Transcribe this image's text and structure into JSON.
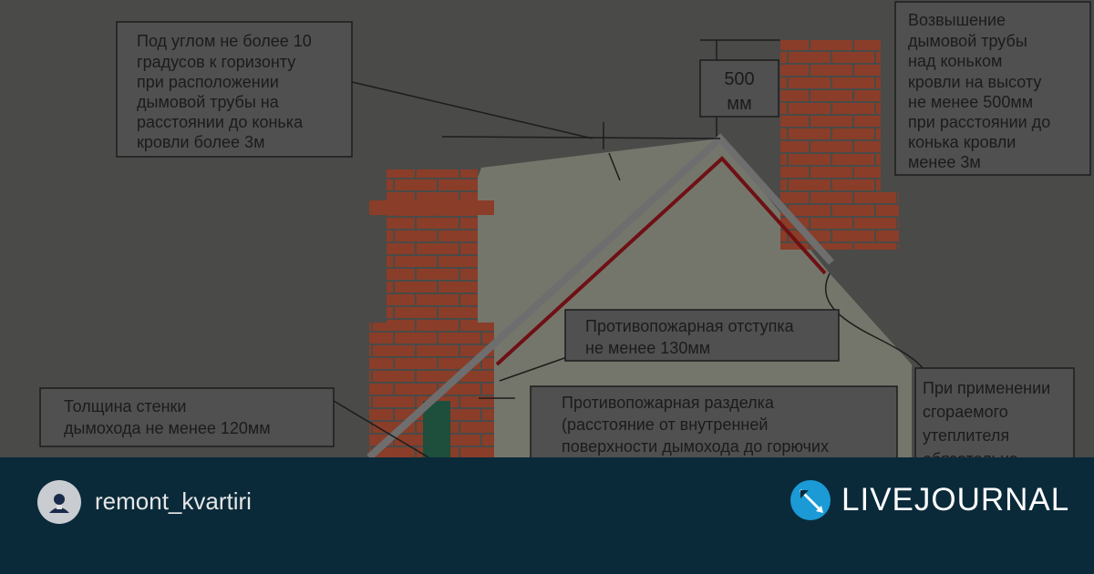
{
  "diagram": {
    "labels": {
      "angle": [
        "Под углом не более 10",
        "градусов к горизонту",
        "при расположении",
        "дымовой трубы на",
        "расстоянии до конька",
        "кровли более 3м"
      ],
      "height_value": "500",
      "height_unit": "мм",
      "elevation": [
        "Возвышение",
        "дымовой трубы",
        "над коньком",
        "кровли на высоту",
        "не менее 500мм",
        "при расстоянии до",
        "конька кровли",
        "менее 3м"
      ],
      "offset": [
        "Противопожарная отступка",
        "не менее 130мм"
      ],
      "wall": [
        "Толщина стенки",
        "дымохода не менее 120мм"
      ],
      "cut": [
        "Противопожарная разделка",
        "(расстояние от внутренней",
        "поверхности дымохода до горючих"
      ],
      "insulation": [
        "При применении",
        "сгораемого",
        "утеплителя",
        "обязательна"
      ]
    },
    "colors": {
      "background": "#4a4a48",
      "gable": "#75766b",
      "brick": "#8a3d28",
      "mortar": "#4a4a48",
      "box": "#505050",
      "box_border": "#1c1c1c",
      "text": "#1b1b1b",
      "roof_metal": "#6e6e6e",
      "roof_membrane": "#6e1014",
      "insulation": "#1e4e3c"
    }
  },
  "footer": {
    "username": "remont_kvartiri",
    "brand": "LIVEJOURNAL",
    "avatar_icon": "user-silhouette-icon",
    "logo_icon": "livejournal-pencil-icon",
    "colors": {
      "bar": "#0a2a3a",
      "logo": "#1b9ad6",
      "text": "#ffffff",
      "username": "#e6e6e6"
    }
  }
}
